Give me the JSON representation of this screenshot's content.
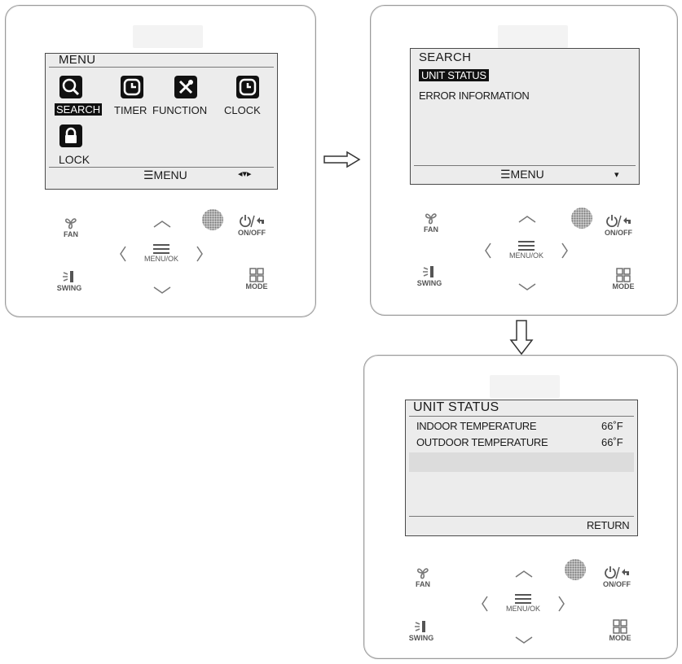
{
  "panel1": {
    "screen_title": "MENU",
    "menu_items": [
      {
        "label": "SEARCH",
        "icon": "search-icon",
        "selected": true
      },
      {
        "label": "TIMER",
        "icon": "timer-icon",
        "selected": false
      },
      {
        "label": "FUNCTION",
        "icon": "function-icon",
        "selected": false
      },
      {
        "label": "CLOCK",
        "icon": "clock-icon",
        "selected": false
      },
      {
        "label": "LOCK",
        "icon": "lock-icon",
        "selected": false
      }
    ],
    "bottom_label": "☰MENU",
    "nav_hint": "◂▾▸"
  },
  "panel2": {
    "screen_title": "SEARCH",
    "items": [
      {
        "label": "UNIT STATUS",
        "selected": true
      },
      {
        "label": "ERROR INFORMATION",
        "selected": false
      }
    ],
    "bottom_label": "☰MENU",
    "nav_hint": "▾"
  },
  "panel3": {
    "screen_title": "UNIT STATUS",
    "rows": [
      {
        "label": "INDOOR TEMPERATURE",
        "value": "66˚F"
      },
      {
        "label": "OUTDOOR TEMPERATURE",
        "value": "66˚F"
      }
    ],
    "bottom_label": "RETURN"
  },
  "buttons": {
    "fan": "FAN",
    "swing": "SWING",
    "menu_ok": "MENU/OK",
    "on_off": "ON/OFF",
    "mode": "MODE"
  },
  "colors": {
    "screen_bg": "#ececec",
    "selection_bg": "#111111",
    "panel_border": "#9a9a9a"
  }
}
